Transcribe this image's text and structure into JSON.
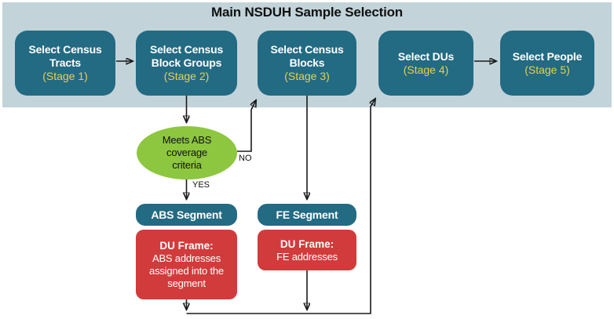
{
  "title": "Main NSDUH Sample Selection",
  "stages": [
    {
      "name": "Select Census Tracts",
      "stage": "(Stage 1)"
    },
    {
      "name": "Select Census Block Groups",
      "stage": "(Stage 2)"
    },
    {
      "name": "Select Census Blocks",
      "stage": "(Stage 3)"
    },
    {
      "name": "Select DUs",
      "stage": "(Stage 4)"
    },
    {
      "name": "Select People",
      "stage": "(Stage 5)"
    }
  ],
  "decision": {
    "text": "Meets ABS coverage criteria",
    "no_label": "NO",
    "yes_label": "YES"
  },
  "abs": {
    "segment": "ABS Segment",
    "frame_title": "DU Frame:",
    "frame_body": "ABS addresses assigned into the segment"
  },
  "fe": {
    "segment": "FE Segment",
    "frame_title": "DU Frame:",
    "frame_body": "FE addresses"
  },
  "colors": {
    "banner": "#c2d4da",
    "teal": "#236a83",
    "green": "#8dc63f",
    "red": "#d23b3b",
    "stagetext": "#e6d24e"
  }
}
